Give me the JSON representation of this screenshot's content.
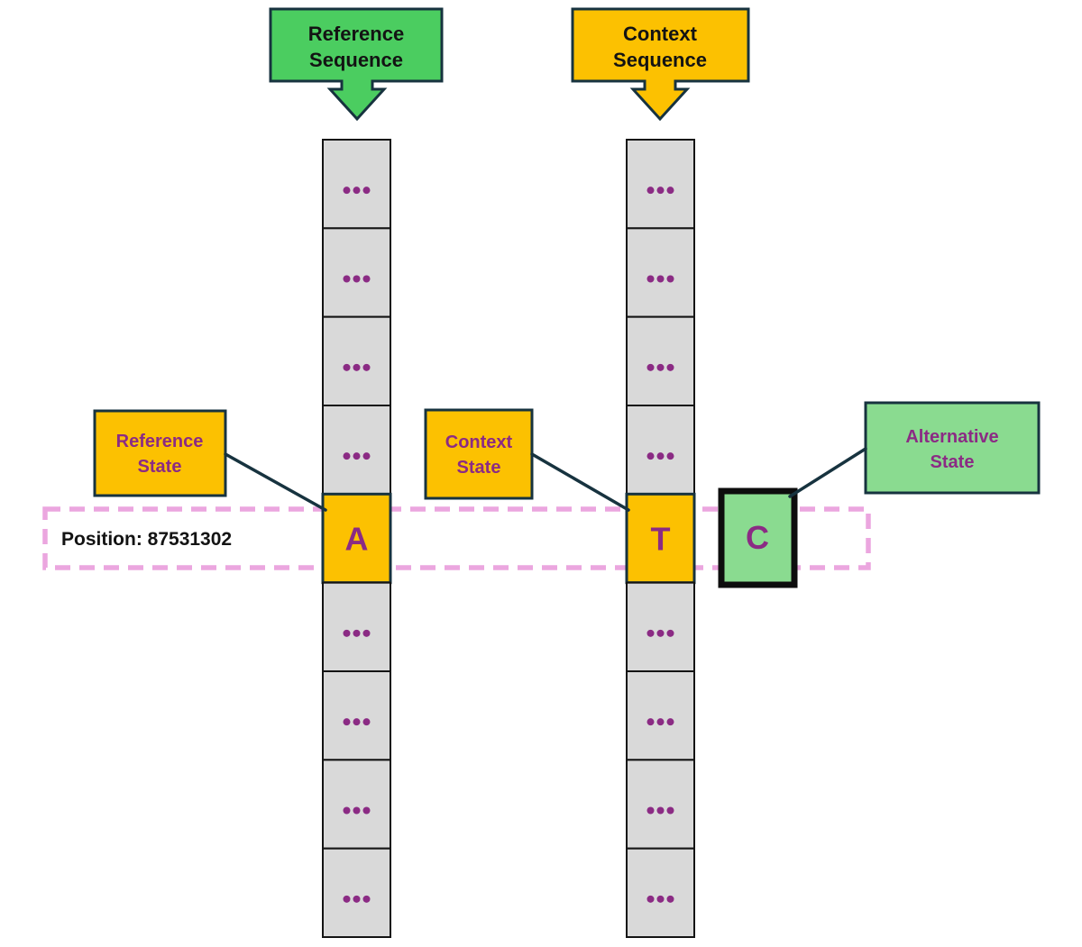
{
  "callouts": {
    "reference_sequence": {
      "line1": "Reference",
      "line2": "Sequence"
    },
    "context_sequence": {
      "line1": "Context",
      "line2": "Sequence"
    }
  },
  "state_labels": {
    "reference_state": {
      "line1": "Reference",
      "line2": "State"
    },
    "context_state": {
      "line1": "Context",
      "line2": "State"
    },
    "alternative_state": {
      "line1": "Alternative",
      "line2": "State"
    }
  },
  "position_label": "Position: 87531302",
  "sequences": {
    "reference": {
      "cells": [
        "...",
        "...",
        "...",
        "...",
        "A",
        "...",
        "...",
        "...",
        "..."
      ]
    },
    "context": {
      "cells": [
        "...",
        "...",
        "...",
        "...",
        "T",
        "...",
        "...",
        "...",
        "..."
      ]
    },
    "alternative_state_value": "C"
  },
  "colors": {
    "orange": "#FCC101",
    "green": "#4BCD60",
    "light_green": "#8ADB90",
    "purple": "#8B2B84",
    "navy": "#17333F",
    "gray_cell": "#D9D9D9",
    "cell_border": "#141414",
    "pink_dash": "#EBA6DF",
    "text_black": "#131313"
  }
}
